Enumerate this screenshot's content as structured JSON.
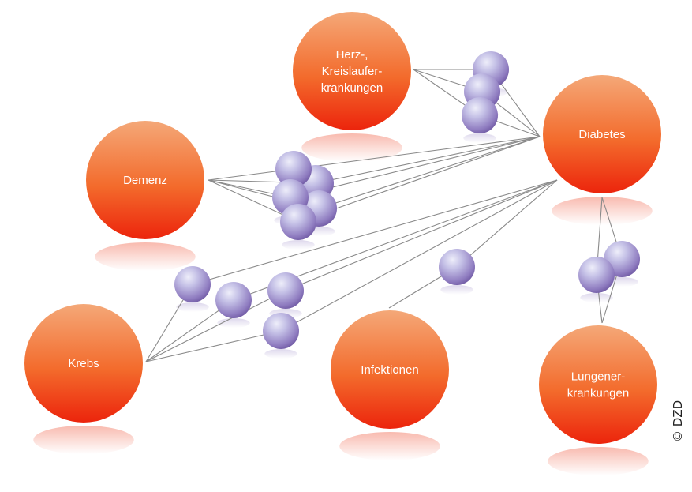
{
  "diagram": {
    "nodes": [
      {
        "id": "herz",
        "lines": [
          "Herz-,",
          "Kreislaufer-",
          "krankungen"
        ]
      },
      {
        "id": "diabetes",
        "lines": [
          "Diabetes"
        ]
      },
      {
        "id": "demenz",
        "lines": [
          "Demenz"
        ]
      },
      {
        "id": "krebs",
        "lines": [
          "Krebs"
        ]
      },
      {
        "id": "infektionen",
        "lines": [
          "Infektionen"
        ]
      },
      {
        "id": "lunge",
        "lines": [
          "Lungener-",
          "krankungen"
        ]
      }
    ],
    "links": [
      {
        "from": "herz",
        "to": "diabetes",
        "patients": 3
      },
      {
        "from": "demenz",
        "to": "diabetes",
        "patients": 5
      },
      {
        "from": "krebs",
        "to": "diabetes",
        "patients": 4
      },
      {
        "from": "infektionen",
        "to": "diabetes",
        "patients": 1
      },
      {
        "from": "diabetes",
        "to": "lunge",
        "patients": 2
      }
    ]
  },
  "credit": "© DZD",
  "colors": {
    "disease_top": "#f0a070",
    "disease_mid": "#f36b2c",
    "disease_bottom": "#ee2a0f",
    "patient_light": "#e6e6f6",
    "patient_dark": "#7e68b0",
    "link_line": "#8a8a8a"
  }
}
